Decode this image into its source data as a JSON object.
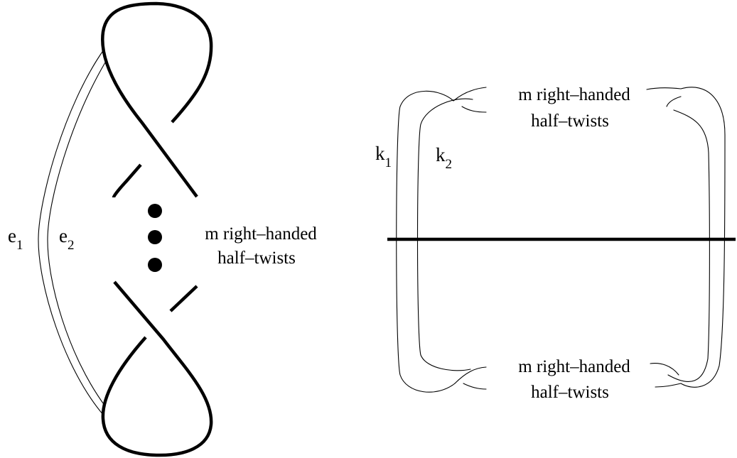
{
  "left_diagram": {
    "edge_labels": [
      {
        "base": "e",
        "subscript": "1"
      },
      {
        "base": "e",
        "subscript": "2"
      }
    ],
    "twist_label": {
      "line1": "m right–handed",
      "line2": "half–twists"
    }
  },
  "right_diagram": {
    "knot_labels": [
      {
        "base": "k",
        "subscript": "1"
      },
      {
        "base": "k",
        "subscript": "2"
      }
    ],
    "top_twist_label": {
      "line1": "m right–handed",
      "line2": "half–twists"
    },
    "bottom_twist_label": {
      "line1": "m right–handed",
      "line2": "half–twists"
    }
  },
  "colors": {
    "stroke": "#000000",
    "background": "#ffffff"
  }
}
